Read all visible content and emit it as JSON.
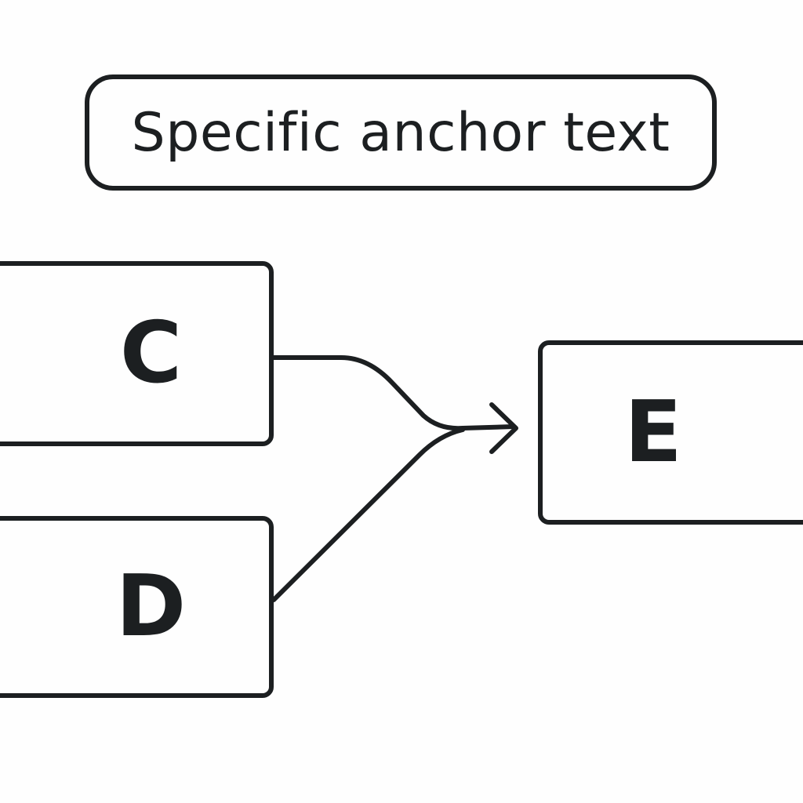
{
  "title": "Specific anchor text",
  "nodes": {
    "c": {
      "label": "C"
    },
    "d": {
      "label": "D"
    },
    "e": {
      "label": "E"
    }
  },
  "edges": [
    {
      "from": "C",
      "to": "E"
    },
    {
      "from": "D",
      "to": "E"
    }
  ],
  "colors": {
    "stroke": "#1c1f21",
    "background": "#fefefe"
  }
}
